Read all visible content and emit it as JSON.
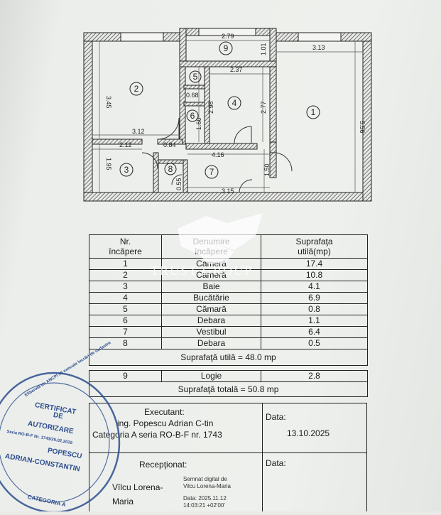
{
  "plan": {
    "dimensions": [
      "2.79",
      "1.01",
      "3.13",
      "2.37",
      "3.45",
      "0.68",
      "2.98",
      "2.77",
      "5.56",
      "1.60",
      "3.12",
      "2.12",
      "0.84",
      "4.16",
      "1.95",
      "1.50",
      "0.55",
      "3.15"
    ],
    "room_numbers": [
      "1",
      "2",
      "3",
      "4",
      "5",
      "6",
      "7",
      "8",
      "9"
    ]
  },
  "table": {
    "headers": {
      "nr": "Nr.\nîncăpere",
      "denumire": "Denumire\nîncăpere",
      "suprafata": "Suprafaţa\nutilă(mp)"
    },
    "rows": [
      {
        "nr": "1",
        "name": "Cameră",
        "area": "17.4"
      },
      {
        "nr": "2",
        "name": "Cameră",
        "area": "10.8"
      },
      {
        "nr": "3",
        "name": "Baie",
        "area": "4.1"
      },
      {
        "nr": "4",
        "name": "Bucătărie",
        "area": "6.9"
      },
      {
        "nr": "5",
        "name": "Cămară",
        "area": "0.8"
      },
      {
        "nr": "6",
        "name": "Debara",
        "area": "1.1"
      },
      {
        "nr": "7",
        "name": "Vestibul",
        "area": "6.4"
      },
      {
        "nr": "8",
        "name": "Debara",
        "area": "0.5"
      }
    ],
    "useful_total": "Suprafaţă utilă = 48.0 mp",
    "extra_row": {
      "nr": "9",
      "name": "Logie",
      "area": "2.8"
    },
    "grand_total": "Suprafaţă totală = 50.8 mp"
  },
  "footer": {
    "executant_label": "Executant:",
    "executant_name": "ing. Popescu Adrian C-tin",
    "executant_cert": "Categoria A seria RO-B-F nr. 1743",
    "date_label_1": "Data:",
    "date_value_1": "13.10.2025",
    "receptionat_label": "Recepţionat:",
    "receptionat_name_1": "Vîlcu Lorena-",
    "receptionat_name_2": "Maria",
    "signature_1": "Semnat digital de",
    "signature_2": "Vilcu Lorena-Maria",
    "signature_3": "Data: 2025.11.12",
    "signature_4": "14:03:21 +02'00'",
    "date_label_2": "Data:"
  },
  "watermark": {
    "text": "TRUST GROUP"
  },
  "stamp": {
    "ring_text": "Eliberată de ANCPI să execute lucrări de cadastru",
    "line1": "CERTIFICAT",
    "line2": "DE",
    "line3": "AUTORIZARE",
    "line4": "Seria RO-B-F Nr. 1743/25.02.2015",
    "line5": "POPESCU",
    "line6": "ADRIAN-CONSTANTIN",
    "line7": "CATEGORIA A"
  },
  "colors": {
    "wall_hatch": "#333333",
    "stamp_blue": "#2b4d8e",
    "paper": "#eceeeb"
  }
}
